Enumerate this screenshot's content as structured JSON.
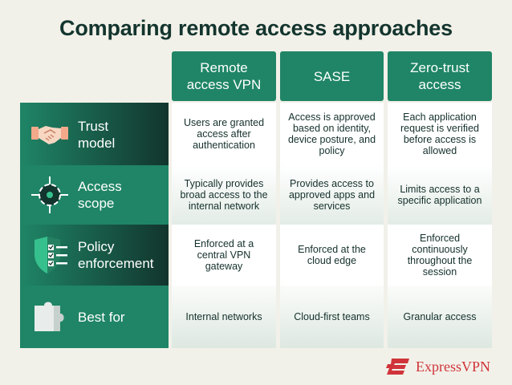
{
  "title": "Comparing remote access approaches",
  "columns": [
    "Remote access VPN",
    "SASE",
    "Zero-trust access"
  ],
  "rows": [
    {
      "label": "Trust model",
      "icon": "handshake-icon",
      "cells": [
        "Users are granted access after authentication",
        "Access is approved based on identity, device posture, and policy",
        "Each application request is verified before access is allowed"
      ]
    },
    {
      "label": "Access scope",
      "icon": "crosshair-target-icon",
      "cells": [
        "Typically provides broad access to the internal network",
        "Provides access to approved apps and services",
        "Limits access to a specific application"
      ]
    },
    {
      "label": "Policy enforcement",
      "icon": "shield-checklist-icon",
      "cells": [
        "Enforced at a central VPN gateway",
        "Enforced at the cloud edge",
        "Enforced continuously throughout the session"
      ]
    },
    {
      "label": "Best for",
      "icon": "puzzle-piece-icon",
      "cells": [
        "Internal networks",
        "Cloud-first teams",
        "Granular access"
      ]
    }
  ],
  "brand": {
    "name": "ExpressVPN",
    "color": "#d0343a"
  },
  "colors": {
    "header_green": "#1f8566",
    "row_dark": "#12352d",
    "row_teal": "#1f8566",
    "background": "#f2f1e9"
  }
}
